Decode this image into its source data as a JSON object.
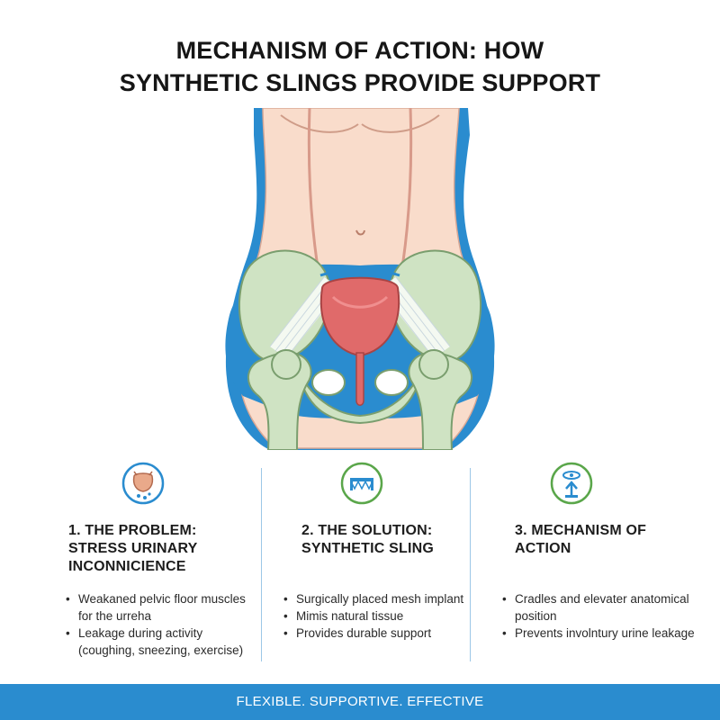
{
  "title": {
    "line1": "MECHANISM OF ACTION: HOW",
    "line2": "SYNTHETIC SLINGS PROVIDE SUPPORT"
  },
  "colors": {
    "skin": "#f9dccb",
    "skin_outline": "#d9a895",
    "pelvis_green": "#cfe3c3",
    "pelvis_outline": "#7a9e6e",
    "blue_band": "#2a8ccf",
    "bladder": "#e06a6a",
    "accent_blue": "#2a8ccf",
    "accent_green": "#5aa64a"
  },
  "columns": [
    {
      "icon": "bladder-leak-icon",
      "title_lines": [
        "1. THE PROBLEM:",
        "STRESS URINARY",
        "INCONNICIENCE"
      ],
      "bullets": [
        "Weakaned pelvic floor muscles for the urreha",
        "Leakage during activity (coughing, sneezing, exercise)"
      ]
    },
    {
      "icon": "bridge-sling-icon",
      "title_lines": [
        "2. THE SOLUTION:",
        "SYNTHETIC SLING"
      ],
      "bullets": [
        "Surgically placed mesh implant",
        "Mimis natural tissue",
        "Provides durable support"
      ]
    },
    {
      "icon": "elevate-support-icon",
      "title_lines": [
        "3. MECHANISM OF",
        "ACTION"
      ],
      "bullets": [
        "Cradles and elevater anatomical position",
        "Prevents involntury urine leakage"
      ]
    }
  ],
  "footer": "FLEXIBLE. SUPPORTIVE. EFFECTIVE"
}
